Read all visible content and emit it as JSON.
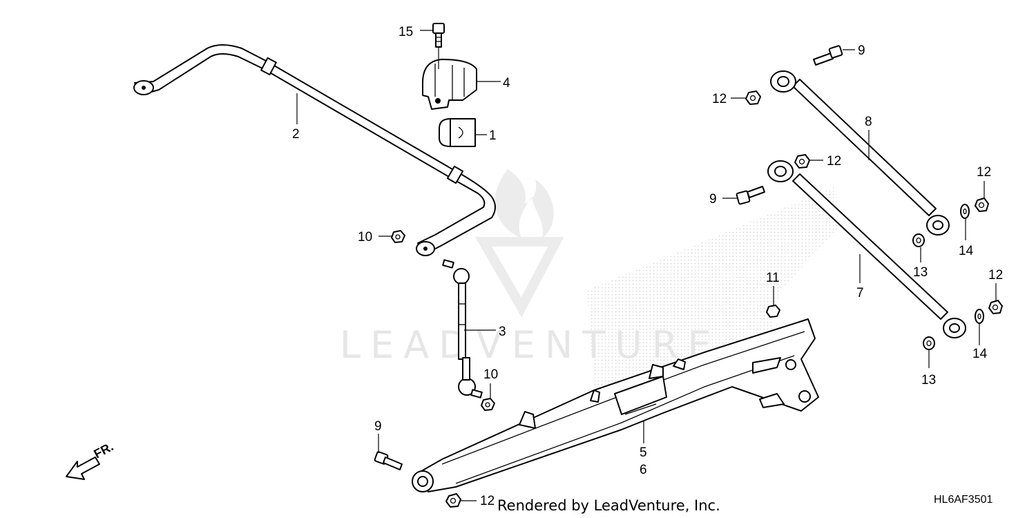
{
  "diagram": {
    "callouts": {
      "c1": "1",
      "c2": "2",
      "c3": "3",
      "c4": "4",
      "c5": "5",
      "c6": "6",
      "c7": "7",
      "c8": "8",
      "c9a": "9",
      "c9b": "9",
      "c9c": "9",
      "c10a": "10",
      "c10b": "10",
      "c11": "11",
      "c12a": "12",
      "c12b": "12",
      "c12c": "12",
      "c12d": "12",
      "c12e": "12",
      "c13a": "13",
      "c13b": "13",
      "c14a": "14",
      "c14b": "14",
      "c15": "15"
    },
    "front_indicator": "FR.",
    "watermark": "LEADVENTURE",
    "footer_text": "Rendered by LeadVenture, Inc.",
    "diagram_code": "HL6AF3501"
  }
}
